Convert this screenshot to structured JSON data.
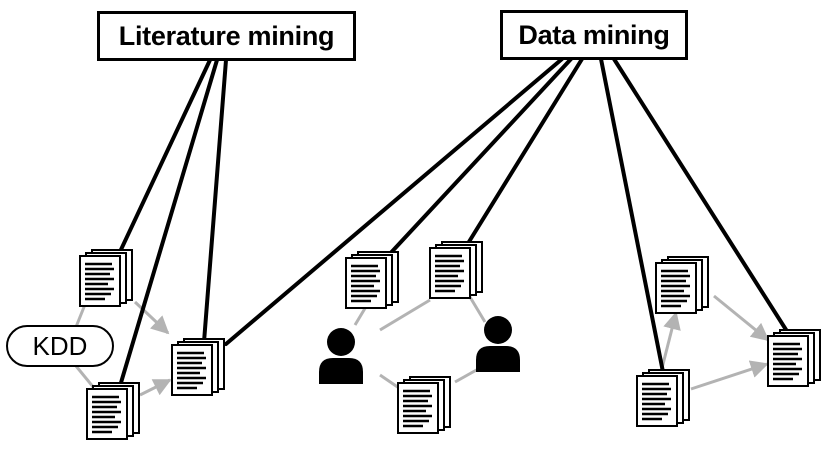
{
  "labels": {
    "literature_mining": "Literature mining",
    "data_mining": "Data mining",
    "kdd": "KDD"
  },
  "colors": {
    "strong_link": "#000000",
    "weak_link": "#b3b3b3",
    "person": "#000000"
  },
  "icons": [
    "document-stack-icon",
    "person-icon"
  ]
}
